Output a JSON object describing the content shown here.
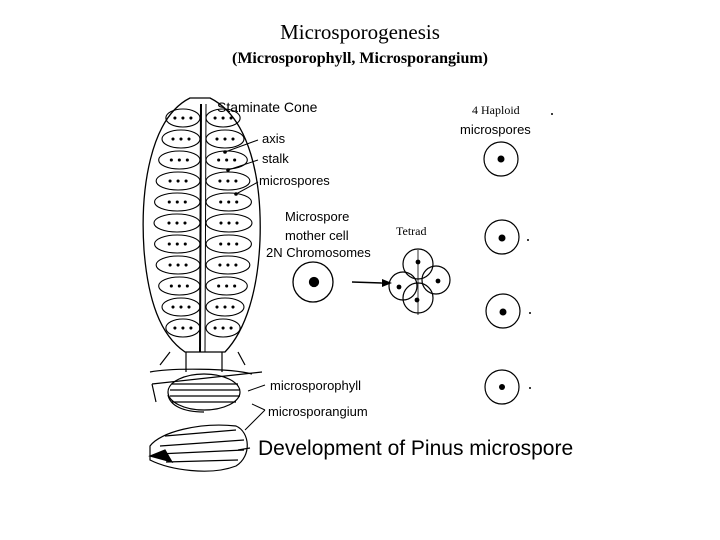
{
  "title": "Microsporogenesis",
  "subtitle": "(Microsporophyll, Microsporangium)",
  "labels": {
    "staminate_cone": "Staminate Cone",
    "axis": "axis",
    "stalk": "stalk",
    "microspores": "microspores",
    "mother_cell_line1": "Microspore",
    "mother_cell_line2": "mother cell",
    "chromosomes": "2N Chromosomes",
    "tetrad": "Tetrad",
    "haploid": "4 Haploid",
    "haploid_microspores": "microspores",
    "microsporophyll": "microsporophyll",
    "microsporangium": "microsporangium"
  },
  "caption": {
    "part1": "Development of ",
    "part2": "Pinus",
    "part3": " microspore"
  },
  "colors": {
    "ink": "#000000",
    "background": "#ffffff"
  }
}
